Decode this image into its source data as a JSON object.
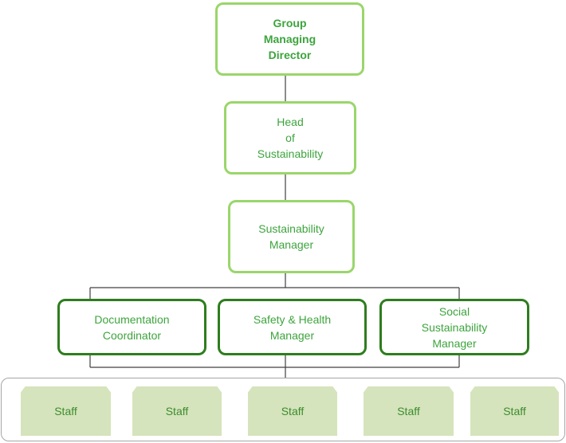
{
  "org_chart": {
    "top": {
      "label": "Group\nManaging\nDirector"
    },
    "head": {
      "label": "Head\nof\nSustainability"
    },
    "manager": {
      "label": "Sustainability\nManager"
    },
    "reports": [
      {
        "label": "Documentation\nCoordinator"
      },
      {
        "label": "Safety &  Health\nManager"
      },
      {
        "label": "Social\nSustainability\nManager"
      }
    ],
    "staff": [
      {
        "label": "Staff"
      },
      {
        "label": "Staff"
      },
      {
        "label": "Staff"
      },
      {
        "label": "Staff"
      },
      {
        "label": "Staff"
      }
    ]
  },
  "colors": {
    "light_border": "#9ad66b",
    "dark_border": "#2e7d1e",
    "text": "#3da43d",
    "staff_fill": "#d5e4bc",
    "line": "#404040"
  }
}
